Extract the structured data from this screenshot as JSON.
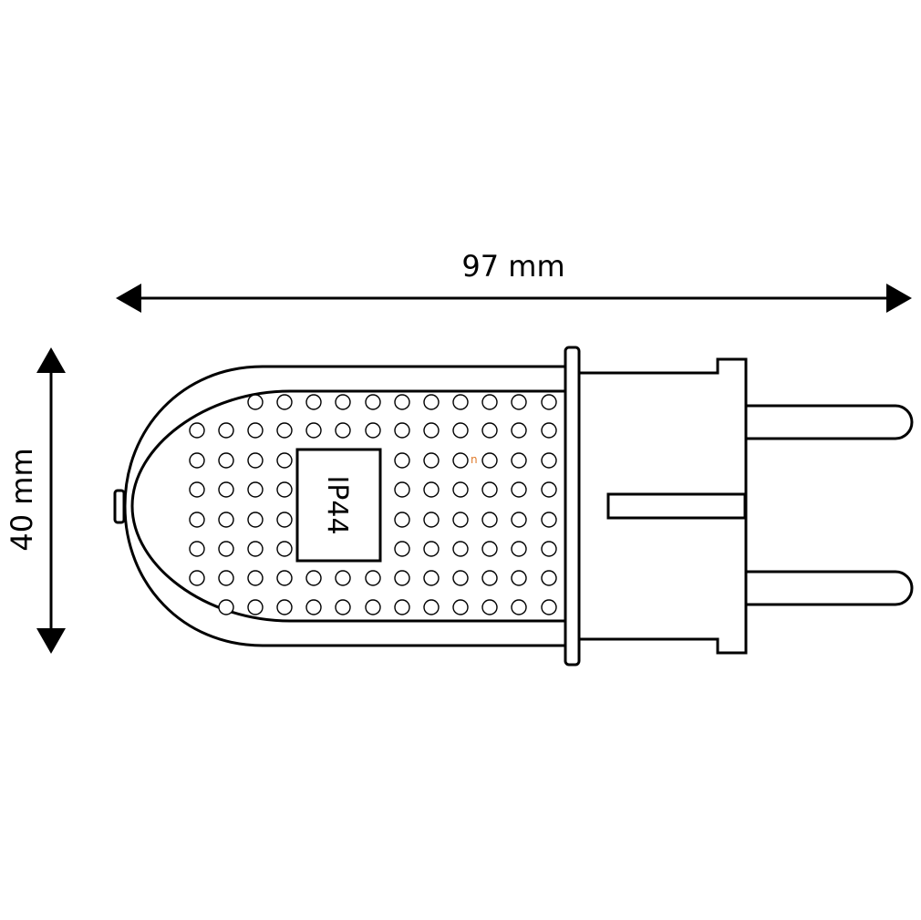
{
  "dimensions": {
    "length": "97 mm",
    "height": "40 mm"
  },
  "rating_label": "IP44",
  "watermark": "n",
  "colors": {
    "line": "#000000",
    "background": "#ffffff",
    "watermark": "#e07a2a"
  }
}
